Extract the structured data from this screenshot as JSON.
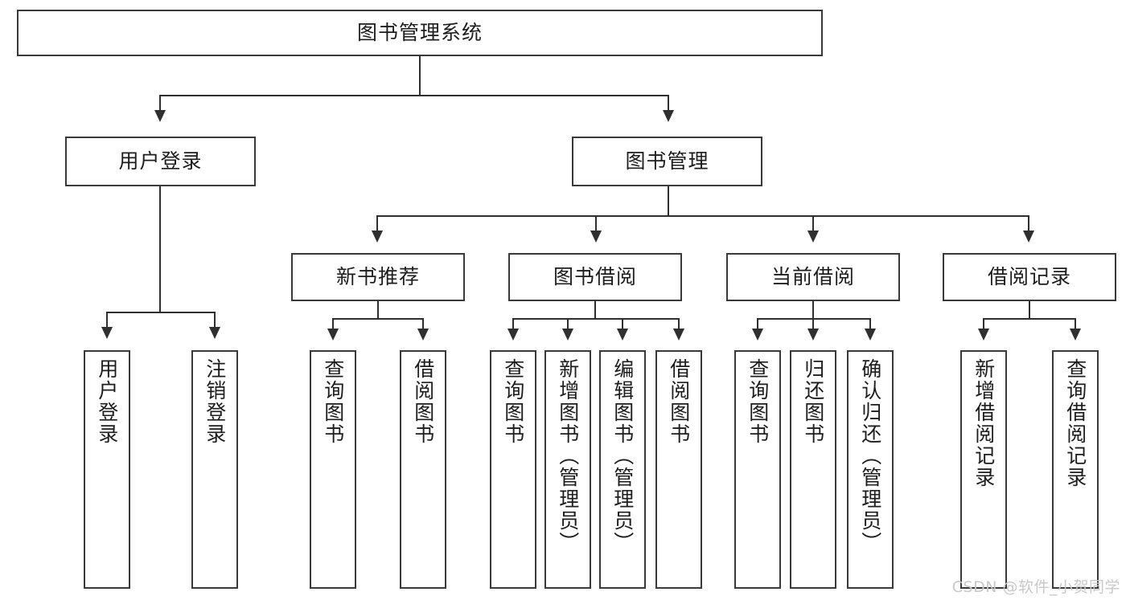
{
  "diagram": {
    "title": "图书管理系统",
    "type": "tree-hierarchy-chart",
    "watermark": "CSDN @软件_小贺同学",
    "colors": {
      "box_border": "#3a3a3a",
      "connector": "#2f2f2f",
      "background": "#ffffff",
      "text": "#1d1d1d",
      "watermark": "#c9c9c9"
    }
  },
  "nodes": {
    "root": {
      "label": "图书管理系统"
    },
    "level2": [
      {
        "label": "用户登录"
      },
      {
        "label": "图书管理"
      }
    ],
    "level3": [
      {
        "label": "新书推荐"
      },
      {
        "label": "图书借阅"
      },
      {
        "label": "当前借阅"
      },
      {
        "label": "借阅记录"
      }
    ],
    "leaves": {
      "user_login": [
        {
          "label": "用户登录"
        },
        {
          "label": "注销登录"
        }
      ],
      "new_book_recommend": [
        {
          "label": "查询图书"
        },
        {
          "label": "借阅图书"
        }
      ],
      "book_borrow": [
        {
          "label": "查询图书"
        },
        {
          "label": "新增图书（管理员）"
        },
        {
          "label": "编辑图书（管理员）"
        },
        {
          "label": "借阅图书"
        }
      ],
      "current_borrow": [
        {
          "label": "查询图书"
        },
        {
          "label": "归还图书"
        },
        {
          "label": "确认归还（管理员）"
        }
      ],
      "borrow_record": [
        {
          "label": "新增借阅记录"
        },
        {
          "label": "查询借阅记录"
        }
      ]
    }
  }
}
